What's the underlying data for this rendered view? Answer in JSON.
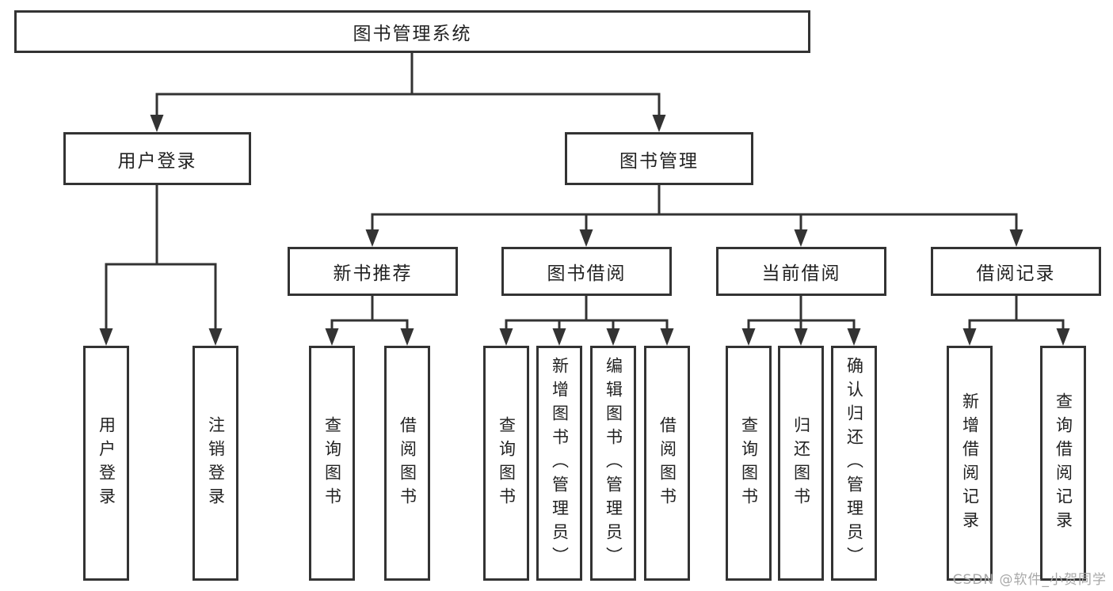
{
  "palette": {
    "line_color": "#333333",
    "box_border_color": "#333333",
    "box_fill": "#ffffff",
    "text_color": "#222222",
    "watermark_color": "#a8a8a8",
    "background": "#ffffff"
  },
  "diagram": {
    "root": {
      "label": "图书管理系统"
    },
    "level2": [
      {
        "label": "用户登录"
      },
      {
        "label": "图书管理"
      }
    ],
    "level3": [
      {
        "label": "新书推荐"
      },
      {
        "label": "图书借阅"
      },
      {
        "label": "当前借阅"
      },
      {
        "label": "借阅记录"
      }
    ],
    "leaves": {
      "user_login": [
        "用户登录",
        "注销登录"
      ],
      "new_book": [
        "查询图书",
        "借阅图书"
      ],
      "book_borrow": [
        "查询图书",
        "新增图书（管理员）",
        "编辑图书（管理员）",
        "借阅图书"
      ],
      "current_borrow": [
        "查询图书",
        "归还图书",
        "确认归还（管理员）"
      ],
      "borrow_record": [
        "新增借阅记录",
        "查询借阅记录"
      ]
    }
  },
  "watermark": {
    "text": "CSDN @软件_小贺同学"
  }
}
